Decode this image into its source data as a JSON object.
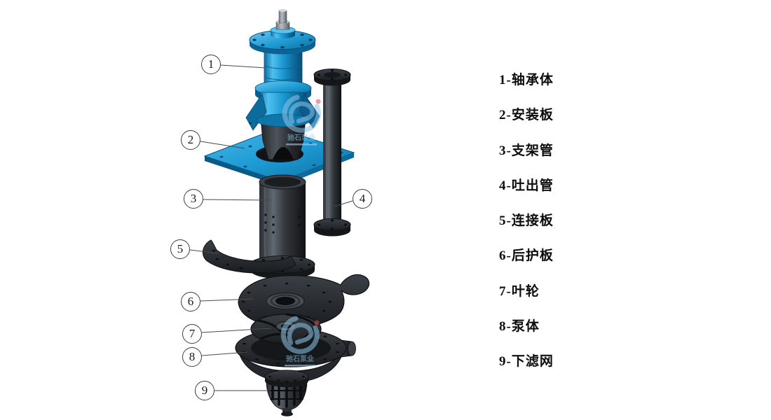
{
  "page": {
    "background": "#ffffff"
  },
  "diagram": {
    "subject": "vertical-slurry-pump-exploded-view",
    "watermark": {
      "text": "驰石泵业"
    },
    "colors": {
      "part_blue": "#1795cc",
      "part_dark": "#26292d",
      "leader_line": "#4a4a4a",
      "callout_border": "#3f3f3f",
      "legend_text": "#0d0d0d",
      "watermark_blue": "#8ec6e8",
      "watermark_red": "#e05050"
    }
  },
  "callouts": [
    {
      "number": "1",
      "target": "bearing-body"
    },
    {
      "number": "2",
      "target": "mounting-plate"
    },
    {
      "number": "3",
      "target": "support-pipe"
    },
    {
      "number": "4",
      "target": "discharge-pipe"
    },
    {
      "number": "5",
      "target": "connection-plate"
    },
    {
      "number": "6",
      "target": "rear-guard-plate"
    },
    {
      "number": "7",
      "target": "impeller"
    },
    {
      "number": "8",
      "target": "pump-body"
    },
    {
      "number": "9",
      "target": "lower-strainer"
    }
  ],
  "legend": {
    "items": [
      {
        "label": "1-轴承体"
      },
      {
        "label": "2-安装板"
      },
      {
        "label": "3-支架管"
      },
      {
        "label": "4-吐出管"
      },
      {
        "label": "5-连接板"
      },
      {
        "label": "6-后护板"
      },
      {
        "label": "7-叶轮"
      },
      {
        "label": "8-泵体"
      },
      {
        "label": "9-下滤网"
      }
    ]
  }
}
